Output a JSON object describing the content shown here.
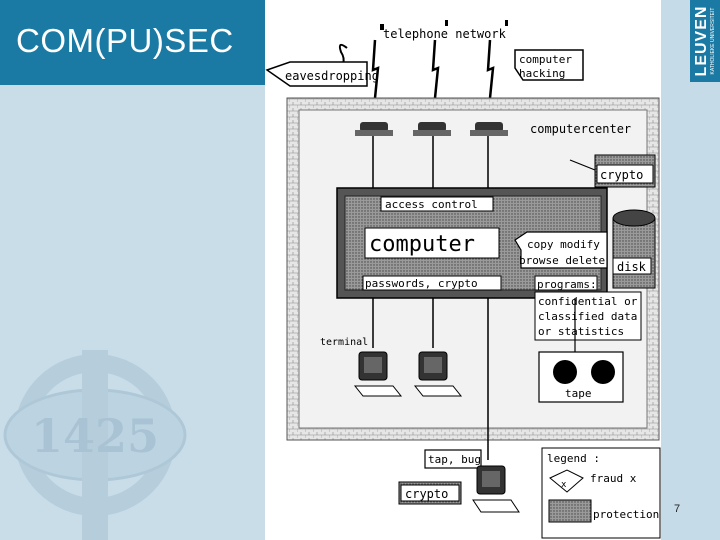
{
  "slide": {
    "title": "COM(PU)SEC",
    "page_number": "7",
    "logo_main": "LEUVEN",
    "logo_sub": "KATHOLIEKE UNIVERSITEIT",
    "seal_number": "1425"
  },
  "diagram": {
    "telephone_network": "telephone network",
    "eavesdropping": "eavesdropping",
    "computer_hacking_1": "computer",
    "computer_hacking_2": "hacking",
    "computercenter": "computercenter",
    "crypto_top": "crypto",
    "access_control": "access control",
    "computer": "computer",
    "actions_1": "copy modify",
    "actions_2": "browse delete",
    "disk": "disk",
    "passwords": "passwords, crypto",
    "programs": "programs:",
    "data_1": "confidential or",
    "data_2": "classified data",
    "data_3": "or statistics",
    "terminal": "terminal",
    "tape": "tape",
    "tap_bug": "tap, bug",
    "crypto_bottom": "crypto",
    "legend": "legend :",
    "fraud": "fraud x",
    "protection": "protection"
  },
  "colors": {
    "accent": "#1a7aa3",
    "background": "#c6dbe8",
    "diagram_bg": "#ffffff"
  }
}
